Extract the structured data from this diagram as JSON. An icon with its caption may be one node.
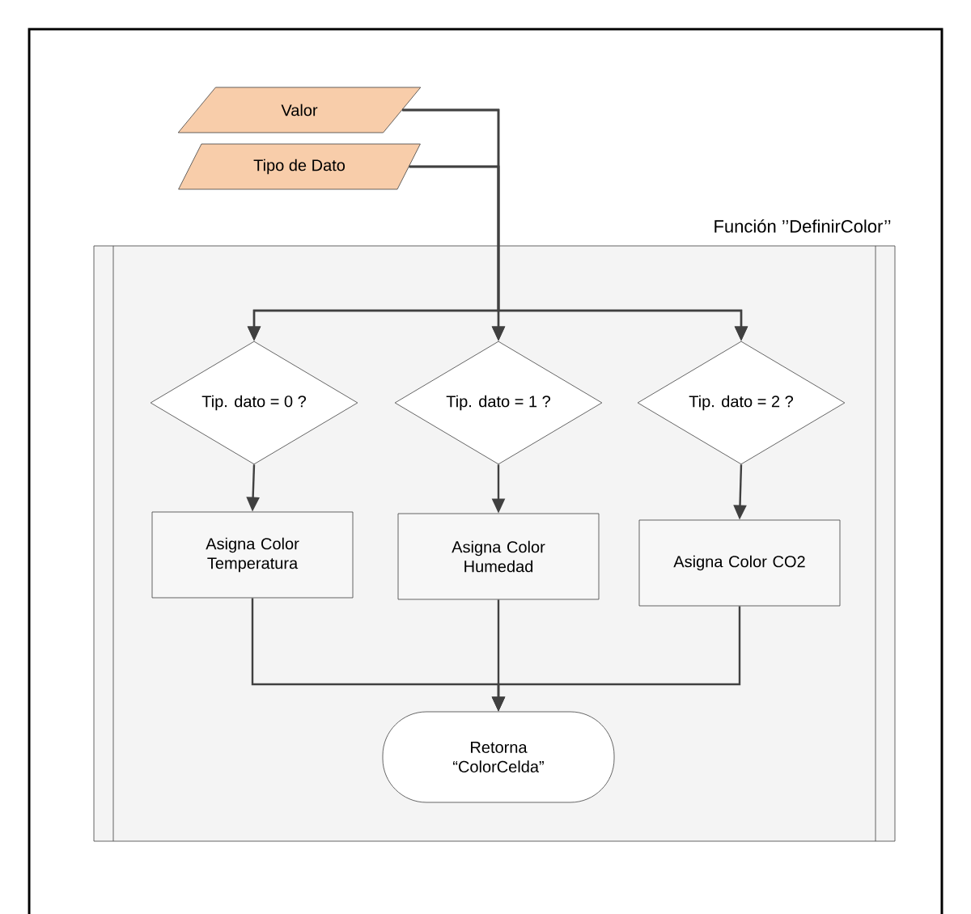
{
  "diagram": {
    "nodes": [
      {
        "text": [
          "Valor"
        ]
      },
      {
        "text": [
          "Tipo de Dato"
        ]
      },
      {
        "text": [
          "Función ’’DefinirColor’’"
        ]
      },
      {
        "text": [
          "Tip. dato = 0 ?"
        ],
        "in": 2
      },
      {
        "text": [
          "Tip. dato = 1 ?"
        ],
        "in": 2
      },
      {
        "text": [
          "Tip. dato = 2 ?"
        ],
        "in": 2
      },
      {
        "text": [
          "Asigna Color Temperatura"
        ],
        "in": 2
      },
      {
        "text": [
          "Asigna Color Humedad"
        ],
        "in": 2
      },
      {
        "text": [
          "Asigna Color CO2"
        ],
        "in": 2
      },
      {
        "text": [
          "Retorna “ColorCelda”"
        ],
        "in": 2
      }
    ],
    "edges": [
      {
        "from": 0,
        "to": 3,
        "arrow": "to"
      },
      {
        "from": 0,
        "to": 4,
        "arrow": "to"
      },
      {
        "from": 0,
        "to": 5,
        "arrow": "to"
      },
      {
        "from": 1,
        "to": 3,
        "arrow": "to"
      },
      {
        "from": 1,
        "to": 4,
        "arrow": "to"
      },
      {
        "from": 1,
        "to": 5,
        "arrow": "to"
      },
      {
        "from": 3,
        "to": 6,
        "arrow": "to"
      },
      {
        "from": 4,
        "to": 7,
        "arrow": "to"
      },
      {
        "from": 5,
        "to": 8,
        "arrow": "to"
      },
      {
        "from": 6,
        "to": 9,
        "arrow": "to"
      },
      {
        "from": 7,
        "to": 9,
        "arrow": "to"
      },
      {
        "from": 8,
        "to": 9,
        "arrow": "to"
      }
    ]
  }
}
